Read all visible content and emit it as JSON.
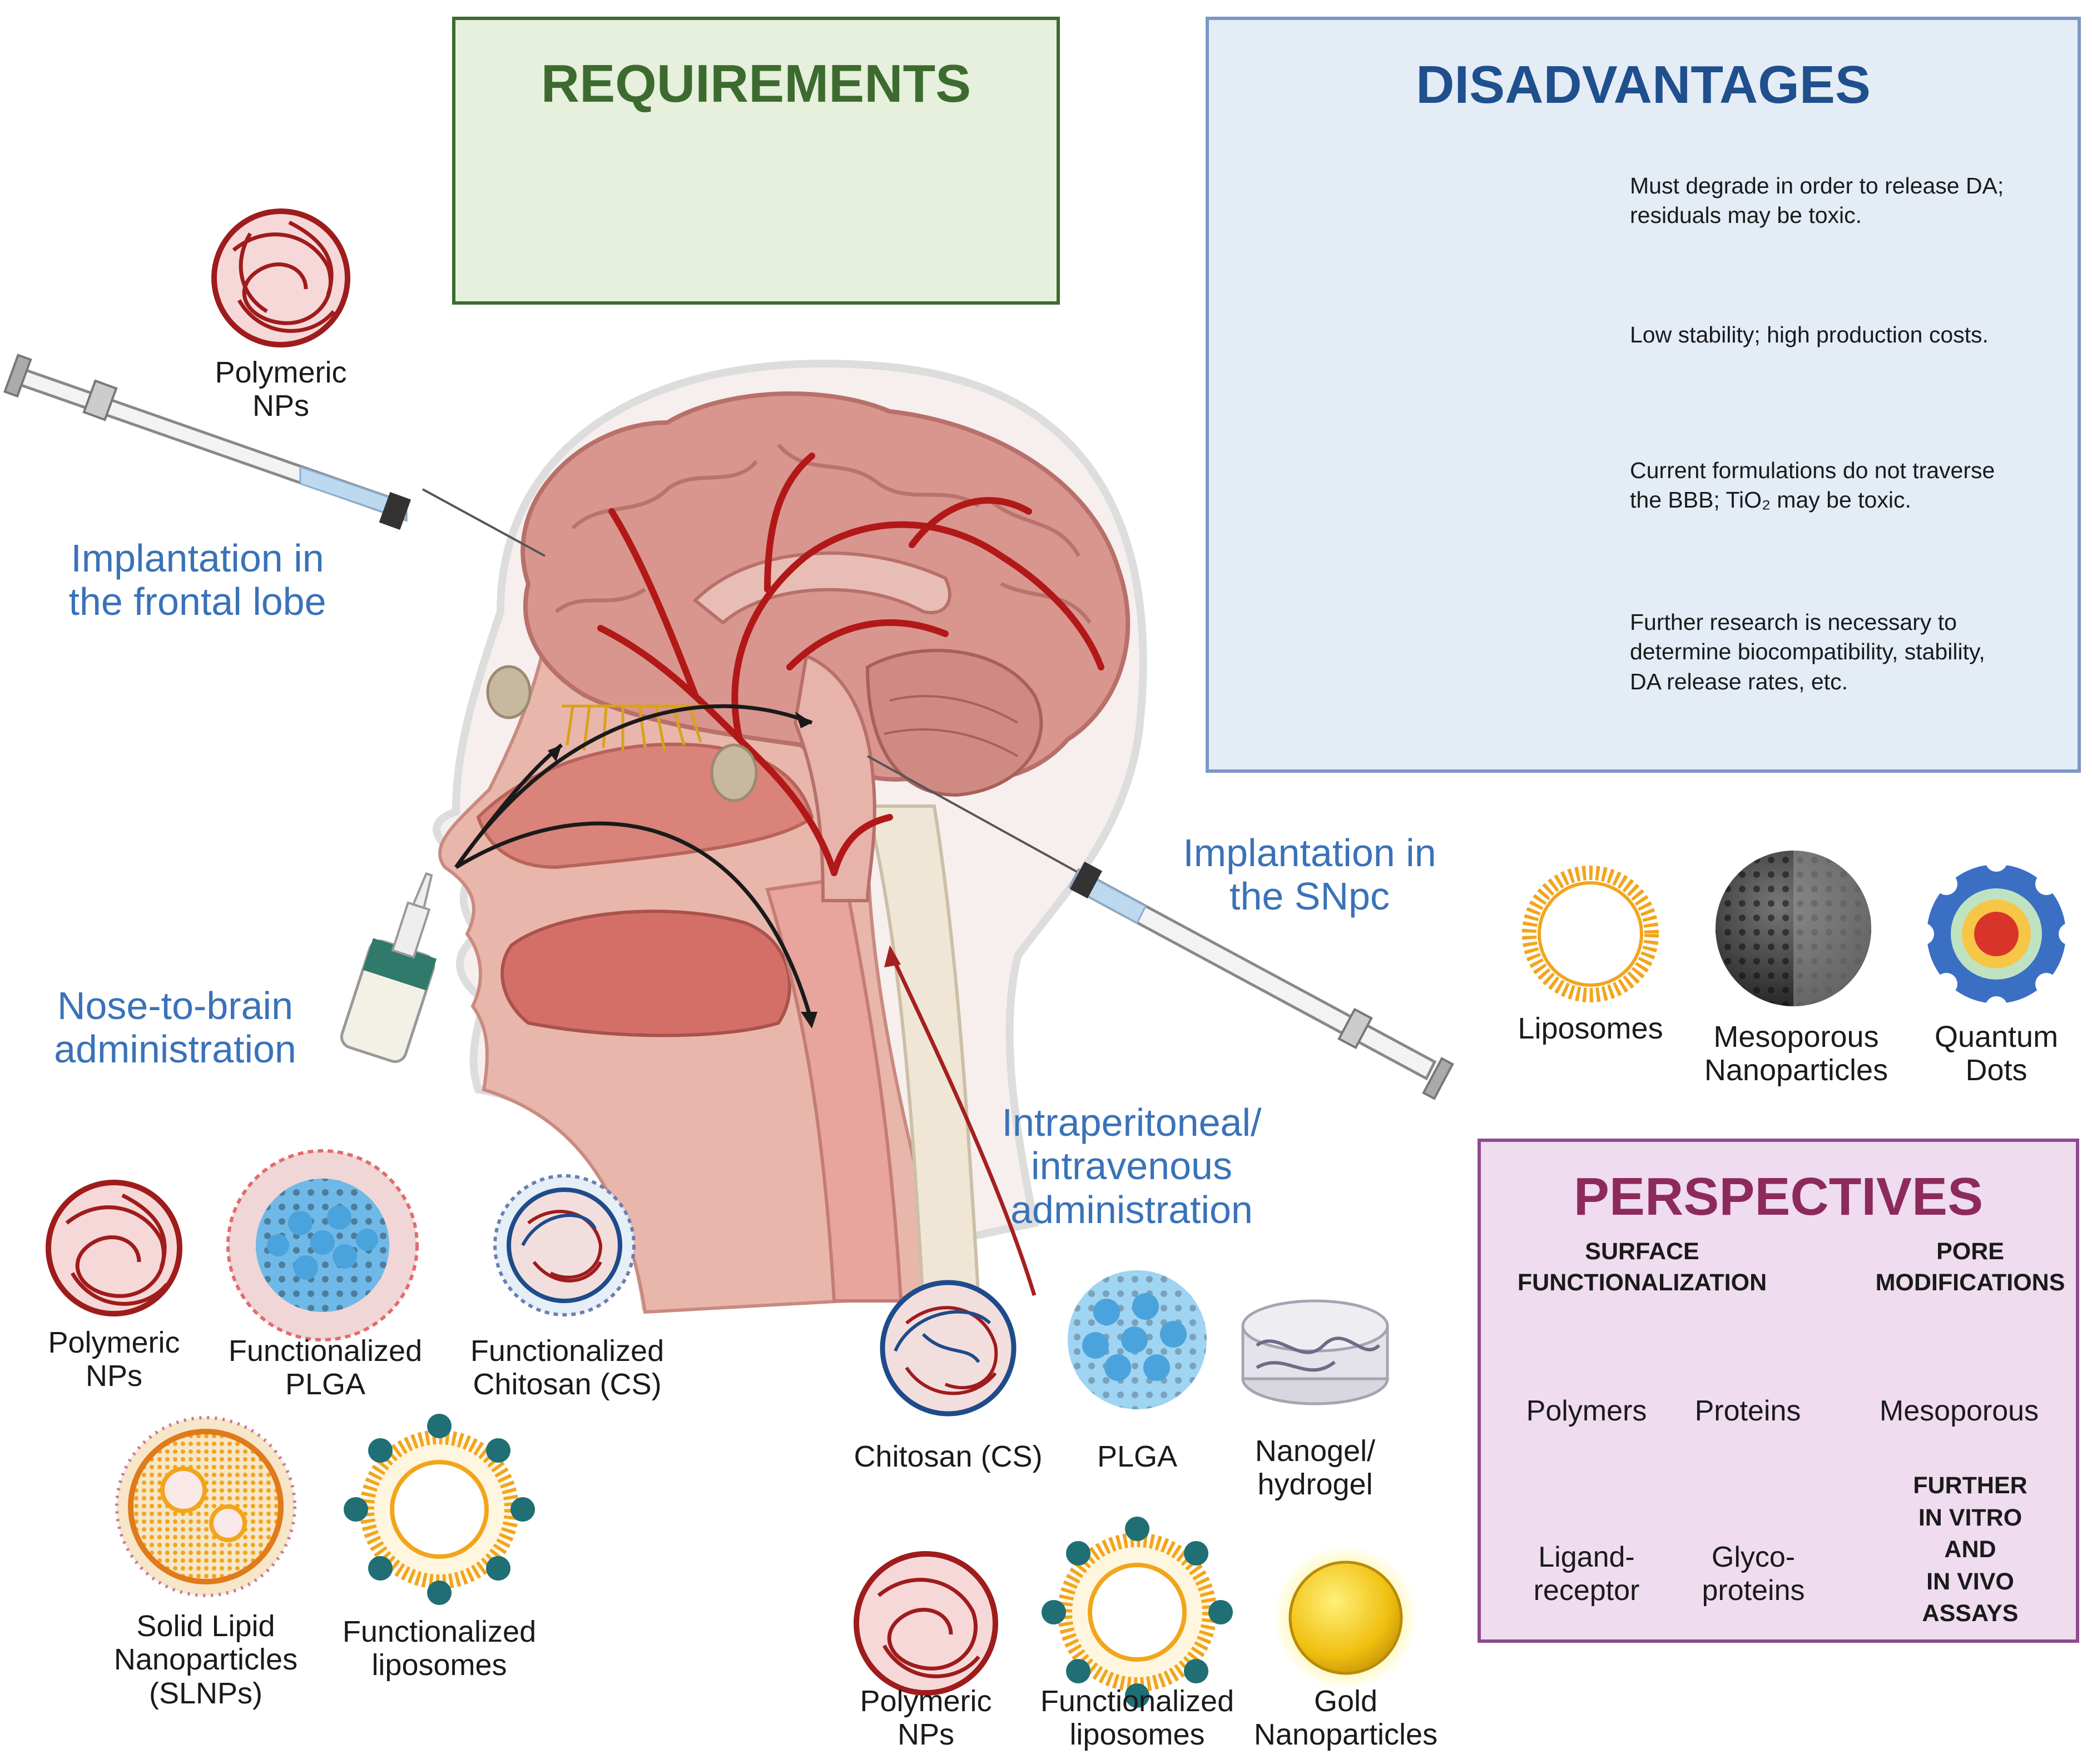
{
  "requirements": {
    "title": "REQUIREMENTS",
    "icons": [
      "ball-minus-icon",
      "gauge-icon",
      "target-icon",
      "heart-hand-icon"
    ]
  },
  "disadvantages": {
    "title": "DISADVANTAGES",
    "rows": [
      {
        "icon": "polymeric-np-icon",
        "result": "degraded-fragments-icon",
        "text_lines": [
          "Must degrade in order to release DA;",
          "residuals may be toxic."
        ]
      },
      {
        "icon": "liposome-icon",
        "result": "scattered-lipids-icon",
        "text_lines": [
          "Low stability; high production costs."
        ]
      },
      {
        "icon": "mesoporous-np-icon",
        "result": "blocked-barrier-icon",
        "text_lines": [
          "Current formulations do not traverse",
          "the BBB; TiO₂ may be toxic."
        ]
      },
      {
        "icon": "mixed-np-icons",
        "result": "warning-icon",
        "text_lines": [
          "Further research is necessary to",
          "determine biocompatibility, stability,",
          "DA release rates, etc."
        ]
      }
    ]
  },
  "perspectives": {
    "title": "PERSPECTIVES",
    "surface_heading": [
      "SURFACE",
      "FUNCTIONALIZATION"
    ],
    "pore_heading": [
      "PORE",
      "MODIFICATIONS"
    ],
    "items": {
      "polymers": "Polymers",
      "proteins": "Proteins",
      "mesoporous": "Mesoporous",
      "ligand": [
        "Ligand-",
        "receptor"
      ],
      "glyco": [
        "Glyco-",
        "proteins"
      ]
    },
    "further": [
      "FURTHER",
      "IN VITRO",
      "AND",
      "IN VIVO",
      "ASSAYS"
    ]
  },
  "routes": {
    "frontal": [
      "Implantation in",
      "the frontal lobe"
    ],
    "snpc": [
      "Implantation in",
      "the SNpc"
    ],
    "nose": [
      "Nose-to-brain",
      "administration"
    ],
    "iv": [
      "Intraperitoneal/",
      "intravenous",
      "administration"
    ]
  },
  "labels": {
    "frontal_np": [
      "Polymeric",
      "NPs"
    ],
    "snpc_lipo": "Liposomes",
    "snpc_meso": [
      "Mesoporous",
      "Nanoparticles"
    ],
    "snpc_qd": [
      "Quantum",
      "Dots"
    ],
    "nose_poly": [
      "Polymeric",
      "NPs"
    ],
    "nose_plga": [
      "Functionalized",
      "PLGA"
    ],
    "nose_cs": [
      "Functionalized",
      "Chitosan (CS)"
    ],
    "nose_slnp": [
      "Solid Lipid",
      "Nanoparticles",
      "(SLNPs)"
    ],
    "nose_flipo": [
      "Functionalized",
      "liposomes"
    ],
    "iv_cs": "Chitosan (CS)",
    "iv_plga": "PLGA",
    "iv_gel": [
      "Nanogel/",
      "hydrogel"
    ],
    "iv_poly": [
      "Polymeric",
      "NPs"
    ],
    "iv_flipo": [
      "Functionalized",
      "liposomes"
    ],
    "iv_gold": [
      "Gold",
      "Nanoparticles"
    ]
  },
  "colors": {
    "req_border": "#3d6b2f",
    "req_fill": "#e6f0dc",
    "dis_border": "#7a98c6",
    "dis_fill": "#e4ecf6",
    "per_border": "#8d4b8d",
    "per_fill": "#efdcef",
    "route_blue": "#3a72b8",
    "polymer_red": "#9e1c1c"
  }
}
